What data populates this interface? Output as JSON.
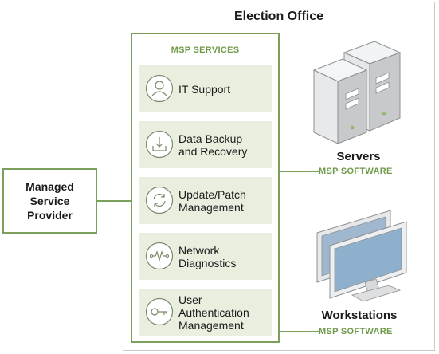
{
  "office": {
    "title": "Election Office"
  },
  "msp": {
    "title": "MSP SERVICES",
    "services": [
      {
        "label": "IT Support",
        "icon": "person-icon"
      },
      {
        "label": "Data Backup\nand Recovery",
        "icon": "backup-download-icon"
      },
      {
        "label": "Update/Patch\nManagement",
        "icon": "refresh-icon"
      },
      {
        "label": "Network\nDiagnostics",
        "icon": "pulse-signal-icon"
      },
      {
        "label": "User\nAuthentication\nManagement",
        "icon": "key-icon"
      }
    ]
  },
  "provider": {
    "label": "Managed\nService\nProvider"
  },
  "servers": {
    "label": "Servers",
    "software": "MSP SOFTWARE"
  },
  "workstations": {
    "label": "Workstations",
    "software": "MSP SOFTWARE"
  },
  "colors": {
    "accent": "#7ba05b",
    "accent_text": "#6f9a4a",
    "service_bg": "#e8efde",
    "icon_stroke": "#7a8a6a"
  }
}
